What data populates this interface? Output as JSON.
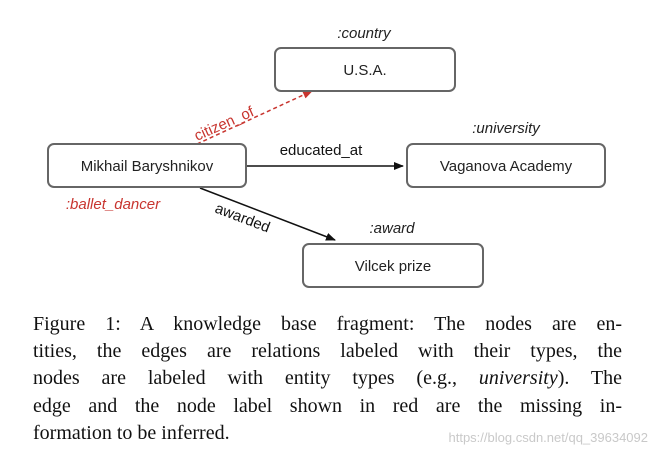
{
  "nodes": {
    "usa": {
      "label": "U.S.A.",
      "type": ":country"
    },
    "baryshnikov": {
      "label": "Mikhail Baryshnikov",
      "type": ":ballet_dancer"
    },
    "vaganova": {
      "label": "Vaganova Academy",
      "type": ":university"
    },
    "vilcek": {
      "label": "Vilcek prize",
      "type": ":award"
    }
  },
  "edges": {
    "citizen_of": "citizen_of",
    "educated_at": "educated_at",
    "awarded": "awarded"
  },
  "colors": {
    "missing": "#c8352f",
    "node_border": "#666666"
  },
  "caption": {
    "l1": "Figure 1: A knowledge base fragment: The nodes are en-",
    "l2": "tities, the edges are relations labeled with their types, the",
    "l3a": "nodes are labeled with entity types (e.g., ",
    "l3em": "university",
    "l3b": "). The",
    "l4": "edge and the node label shown in red are the missing in-",
    "l5": "formation to be inferred."
  },
  "watermark": "https://blog.csdn.net/qq_39634092"
}
